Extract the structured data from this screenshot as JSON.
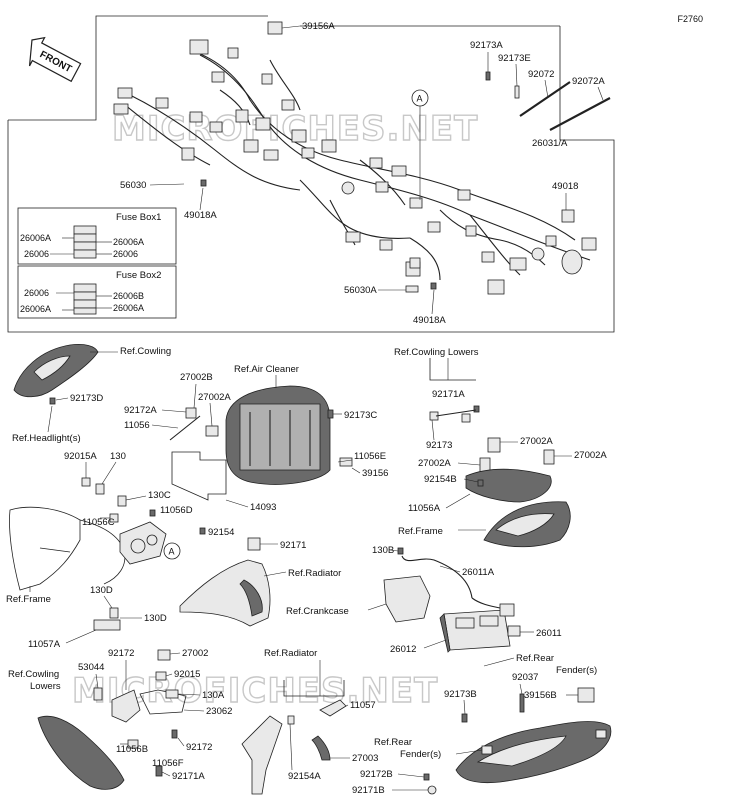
{
  "diagram_id": "F2760",
  "watermark": "MICROFICHES.NET",
  "front_arrow": "FRONT",
  "callout_letter": "A",
  "fuse_box_1": {
    "title": "Fuse Box1",
    "rows": [
      {
        "left": "26006A",
        "right": "26006A"
      },
      {
        "left": "26006",
        "right": "26006"
      }
    ]
  },
  "fuse_box_2": {
    "title": "Fuse Box2",
    "rows": [
      {
        "left": "26006",
        "right": "26006B"
      },
      {
        "left": "26006A",
        "right": "26006A"
      }
    ]
  },
  "labels": {
    "p39156A": "39156A",
    "p92173A": "92173A",
    "p92173E": "92173E",
    "p92072": "92072",
    "p92072A": "92072A",
    "p26031A": "26031/A",
    "p56030": "56030",
    "p49018A": "49018A",
    "p49018": "49018",
    "p56030A": "56030A",
    "p49018A_2": "49018A",
    "ref_cowling": "Ref.Cowling",
    "p92173D": "92173D",
    "ref_headlight": "Ref.Headlight(s)",
    "ref_air_cleaner": "Ref.Air Cleaner",
    "p27002B": "27002B",
    "p92172A": "92172A",
    "p27002A_1": "27002A",
    "p11056": "11056",
    "p92173C": "92173C",
    "p11056E": "11056E",
    "p39156": "39156",
    "p14093": "14093",
    "ref_cowling_lowers_r": "Ref.Cowling Lowers",
    "p92171A_top": "92171A",
    "p92173": "92173",
    "p27002A_2": "27002A",
    "p27002A_3": "27002A",
    "p27002A_4": "27002A",
    "p92154B": "92154B",
    "p11056A": "11056A",
    "ref_frame_r": "Ref.Frame",
    "p92015A": "92015A",
    "p130": "130",
    "p130C": "130C",
    "p11056C": "11056C",
    "p11056D": "11056D",
    "p92154": "92154",
    "p92171": "92171",
    "ref_frame_l": "Ref.Frame",
    "ref_radiator_1": "Ref.Radiator",
    "p130B": "130B",
    "p26011A": "26011A",
    "p130D_1": "130D",
    "p130D_2": "130D",
    "ref_crankcase": "Ref.Crankcase",
    "p11057A": "11057A",
    "p26011": "26011",
    "p26012": "26012",
    "p92172": "92172",
    "p27002": "27002",
    "ref_radiator_2": "Ref.Radiator",
    "ref_rear_fender_1": "Ref.Rear Fender(s)",
    "p53044": "53044",
    "p92015": "92015",
    "ref_cowling_lowers_l": "Ref.Cowling Lowers",
    "p130A": "130A",
    "p92037": "92037",
    "p92173B": "92173B",
    "p39156B": "39156B",
    "p11057": "11057",
    "p23062": "23062",
    "p11056B": "11056B",
    "p92172_2": "92172",
    "ref_rear_fender_2": "Ref.Rear Fender(s)",
    "p27003": "27003",
    "p11056F": "11056F",
    "p92171A_bot": "92171A",
    "p92154A": "92154A",
    "p92172B": "92172B",
    "p92171B": "92171B"
  }
}
